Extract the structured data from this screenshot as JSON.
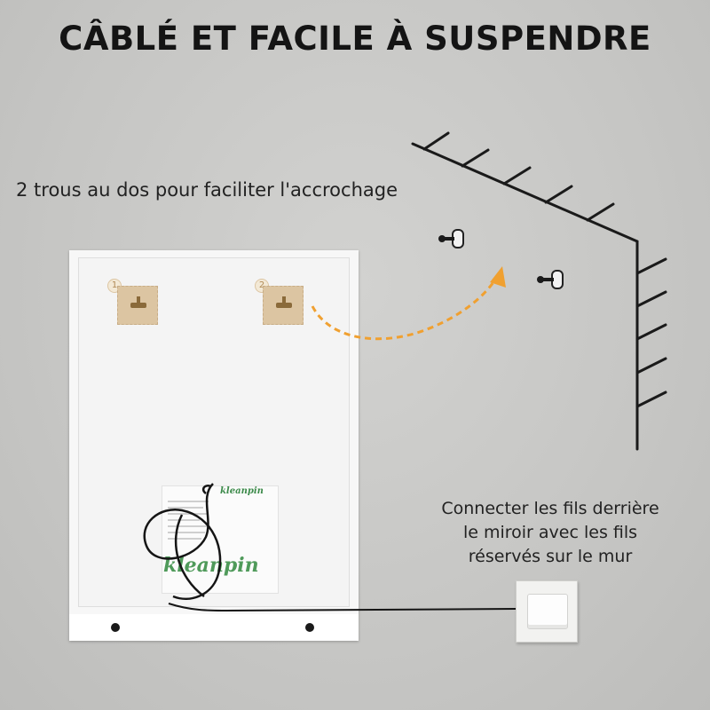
{
  "title": "CÂBLÉ ET FACILE À SUSPENDRE",
  "caption_holes": "2 trous au dos pour faciliter l'accrochage",
  "caption_wires": [
    "Connecter les fils derrière",
    "le miroir avec les fils",
    "réservés sur le mur"
  ],
  "mirror": {
    "hole_labels": [
      "1",
      "2"
    ],
    "brand_small": "kleanpin",
    "brand_large": "kleanpin"
  },
  "icons": {
    "arrow": "dashed-curved-arrow",
    "wall": "wall-hatching",
    "screws": "wall-screw-icon",
    "switch": "wall-switch"
  },
  "colors": {
    "arrow": "#f0a030",
    "pad": "#dcc5a2",
    "brand": "#4f9a5a"
  }
}
